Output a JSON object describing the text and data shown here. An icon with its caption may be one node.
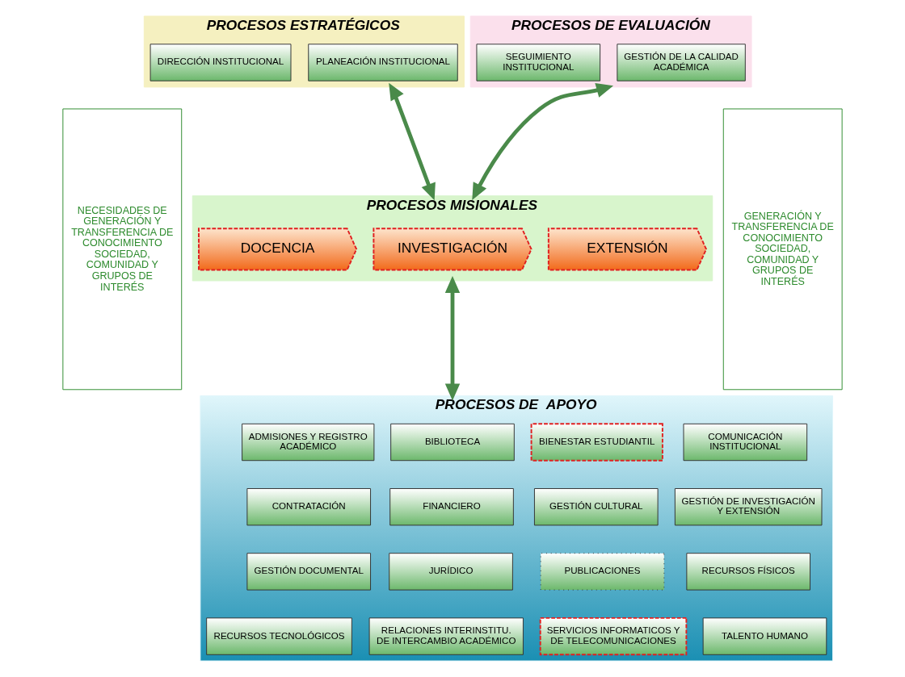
{
  "diagram": {
    "nodes": [
      {
        "text": [
          "NECESIDADES DE GENERACIÓN Y TRANSFERENCIA DE CONOCIMIENTO SOCIEDAD, COMUNIDAD Y GRUPOS DE INTERÉS"
        ]
      },
      {
        "text": [
          "PROCESOS ESTRATÉGICOS"
        ]
      },
      {
        "text": [
          "DIRECCIÓN INSTITUCIONAL"
        ],
        "in": 1
      },
      {
        "text": [
          "PLANEACIÓN INSTITUCIONAL"
        ],
        "in": 1
      },
      {
        "text": [
          "PROCESOS DE EVALUACIÓN"
        ]
      },
      {
        "text": [
          "SEGUIMIENTO INSTITUCIONAL"
        ],
        "in": 4
      },
      {
        "text": [
          "GESTIÓN DE LA CALIDAD ACADÉMICA"
        ],
        "in": 4
      },
      {
        "text": [
          "PROCESOS MISIONALES"
        ]
      },
      {
        "text": [
          "DOCENCIA"
        ],
        "in": 7
      },
      {
        "text": [
          "INVESTIGACIÓN"
        ],
        "in": 7
      },
      {
        "text": [
          "EXTENSIÓN"
        ],
        "in": 7
      },
      {
        "text": [
          "PROCESOS DE  APOYO"
        ]
      },
      {
        "text": [
          "ADMISIONES Y REGISTRO ACADÉMICO"
        ],
        "in": 11
      },
      {
        "text": [
          "BIBLIOTECA"
        ],
        "in": 11
      },
      {
        "text": [
          "BIENESTAR ESTUDIANTIL"
        ],
        "in": 11
      },
      {
        "text": [
          "COMUNICACIÓN INSTITUCIONAL"
        ],
        "in": 11
      },
      {
        "text": [
          "CONTRATACIÓN"
        ],
        "in": 11
      },
      {
        "text": [
          "FINANCIERO"
        ],
        "in": 11
      },
      {
        "text": [
          "GESTIÓN CULTURAL"
        ],
        "in": 11
      },
      {
        "text": [
          "GESTIÓN DE INVESTIGACIÓN Y EXTENSIÓN"
        ],
        "in": 11
      },
      {
        "text": [
          "GESTIÓN DOCUMENTAL"
        ],
        "in": 11
      },
      {
        "text": [
          "JURÍDICO"
        ],
        "in": 11
      },
      {
        "text": [
          "PUBLICACIONES"
        ],
        "in": 11
      },
      {
        "text": [
          "RECURSOS FÍSICOS"
        ],
        "in": 11
      },
      {
        "text": [
          "RECURSOS TECNOLÓGICOS"
        ],
        "in": 11
      },
      {
        "text": [
          "RELACIONES INTERINSTITU. DE INTERCAMBIO ACADÉMICO"
        ],
        "in": 11
      },
      {
        "text": [
          "SERVICIOS INFORMATICOS Y DE TELECOMUNICACIONES"
        ],
        "in": 11
      },
      {
        "text": [
          "TALENTO HUMANO"
        ],
        "in": 11
      },
      {
        "text": [
          "GENERACIÓN Y TRANSFERENCIA DE CONOCIMIENTO SOCIEDAD, COMUNIDAD Y GRUPOS DE INTERÉS"
        ]
      }
    ],
    "edges": [
      {
        "from": 1,
        "to": 7,
        "arrow": "both"
      },
      {
        "from": 4,
        "to": 7,
        "arrow": "both"
      },
      {
        "from": 7,
        "to": 11,
        "arrow": "both"
      }
    ]
  }
}
